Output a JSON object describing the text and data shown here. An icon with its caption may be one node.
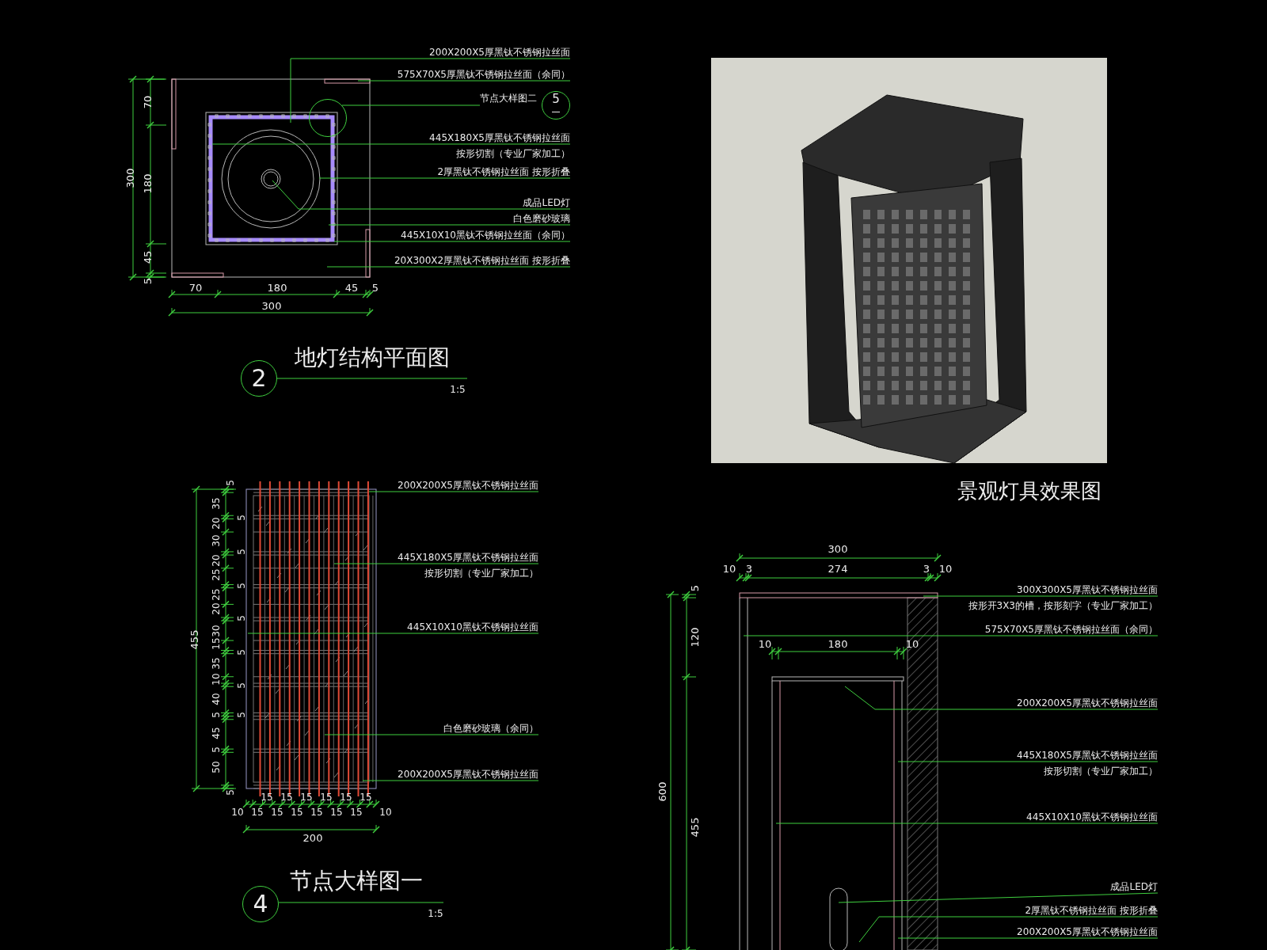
{
  "diagram": {
    "nodes": [
      {
        "text": [
          "200X200X5厚黑钛不锈钢拉丝面"
        ]
      },
      {
        "text": [
          "575X70X5厚黑钛不锈钢拉丝面（余同）"
        ]
      },
      {
        "text": [
          "节点大样图二",
          "5"
        ]
      },
      {
        "text": [
          "445X180X5厚黑钛不锈钢拉丝面",
          "按形切割（专业厂家加工）"
        ]
      },
      {
        "text": [
          "2厚黑钛不锈钢拉丝面 按形折叠"
        ]
      },
      {
        "text": [
          "成品LED灯"
        ]
      },
      {
        "text": [
          "白色磨砂玻璃"
        ]
      },
      {
        "text": [
          "445X10X10黑钛不锈钢拉丝面（余同）"
        ]
      },
      {
        "text": [
          "20X300X2厚黑钛不锈钢拉丝面 按形折叠"
        ]
      },
      {
        "text": [],
        "shape": "circle"
      },
      {
        "text": [
          "200X200X5厚黑钛不锈钢拉丝面"
        ]
      },
      {
        "text": [
          "445X180X5厚黑钛不锈钢拉丝面",
          "按形切割（专业厂家加工）"
        ]
      },
      {
        "text": [
          "445X10X10黑钛不锈钢拉丝面"
        ]
      },
      {
        "text": [
          "白色磨砂玻璃（余同）"
        ]
      },
      {
        "text": [
          "200X200X5厚黑钛不锈钢拉丝面"
        ]
      },
      {
        "text": [
          "300X300X5厚黑钛不锈钢拉丝面",
          "按形开3X3的槽，按形刻字（专业厂家加工）"
        ]
      },
      {
        "text": [
          "575X70X5厚黑钛不锈钢拉丝面（余同）"
        ]
      },
      {
        "text": [
          "200X200X5厚黑钛不锈钢拉丝面"
        ]
      },
      {
        "text": [
          "445X180X5厚黑钛不锈钢拉丝面",
          "按形切割（专业厂家加工）"
        ]
      },
      {
        "text": [
          "445X10X10黑钛不锈钢拉丝面"
        ]
      },
      {
        "text": [
          "成品LED灯"
        ]
      },
      {
        "text": [
          "2厚黑钛不锈钢拉丝面 按形折叠"
        ]
      },
      {
        "text": [
          "200X200X5厚黑钛不锈钢拉丝面"
        ]
      },
      {
        "text": [
          "2"
        ],
        "beside": [
          "地灯结构平面图",
          "1:5"
        ]
      },
      {
        "text": [
          "4"
        ],
        "beside": [
          "节点大样图一",
          "1:5"
        ]
      }
    ],
    "edges": [
      {
        "from": 0,
        "to": null,
        "arrow": "none"
      },
      {
        "from": 1,
        "to": null,
        "arrow": "none"
      },
      {
        "from": 2,
        "to": 9,
        "arrow": "none"
      },
      {
        "from": 3,
        "to": null,
        "arrow": "none"
      },
      {
        "from": 4,
        "to": null,
        "arrow": "none"
      },
      {
        "from": 5,
        "to": null,
        "arrow": "none"
      },
      {
        "from": 6,
        "to": null,
        "arrow": "none"
      },
      {
        "from": 7,
        "to": null,
        "arrow": "none"
      },
      {
        "from": 8,
        "to": null,
        "arrow": "none"
      },
      {
        "from": 10,
        "to": null,
        "arrow": "none"
      },
      {
        "from": 11,
        "to": null,
        "arrow": "none"
      },
      {
        "from": 12,
        "to": null,
        "arrow": "none"
      },
      {
        "from": 13,
        "to": null,
        "arrow": "none"
      },
      {
        "from": 14,
        "to": null,
        "arrow": "none"
      },
      {
        "from": 15,
        "to": null,
        "arrow": "none"
      },
      {
        "from": 16,
        "to": null,
        "arrow": "none"
      },
      {
        "from": 17,
        "to": null,
        "arrow": "none"
      },
      {
        "from": 18,
        "to": null,
        "arrow": "none"
      },
      {
        "from": 19,
        "to": null,
        "arrow": "none"
      },
      {
        "from": 20,
        "to": null,
        "arrow": "none"
      },
      {
        "from": 21,
        "to": null,
        "arrow": "none"
      },
      {
        "from": 22,
        "to": null,
        "arrow": "none"
      }
    ],
    "labels": [
      "70",
      "300",
      "180",
      "45",
      "5",
      "70",
      "180",
      "45",
      "5",
      "300",
      "景观灯具效果图",
      "455",
      "5",
      "35",
      "5",
      "20",
      "30",
      "5",
      "20",
      "25",
      "5",
      "25",
      "20",
      "5",
      "30",
      "15",
      "5",
      "35",
      "10",
      "5",
      "40",
      "5",
      "5",
      "45",
      "5",
      "50",
      "5",
      "15",
      "15",
      "15",
      "15",
      "15",
      "15",
      "10",
      "15",
      "15",
      "15",
      "15",
      "15",
      "15",
      "10",
      "200",
      "300",
      "10",
      "3",
      "274",
      "3",
      "10",
      "5",
      "120",
      "600",
      "455",
      "10",
      "180",
      "10"
    ]
  }
}
